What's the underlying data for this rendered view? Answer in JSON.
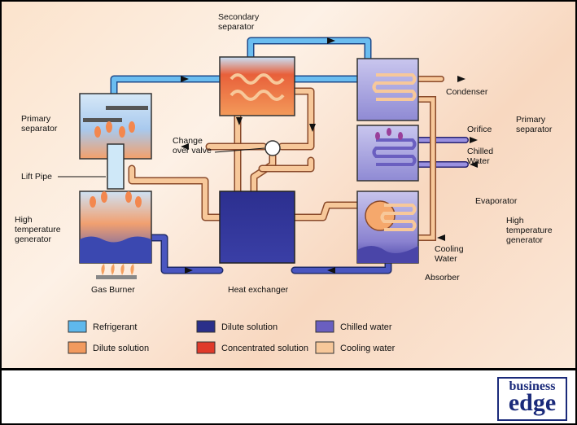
{
  "labels": {
    "secondary_separator_1": "Secondary",
    "secondary_separator_2": "separator",
    "primary_separator_left_1": "Primary",
    "primary_separator_left_2": "separator",
    "change_over_valve_1": "Change",
    "change_over_valve_2": "over valve",
    "lift_pipe": "Lift Pipe",
    "high_temp_left_1": "High",
    "high_temp_left_2": "temperature",
    "high_temp_left_3": "generator",
    "gas_burner": "Gas Burner",
    "heat_exchanger": "Heat exchanger",
    "condenser": "Condenser",
    "orifice": "Orifice",
    "primary_separator_right_1": "Primary",
    "primary_separator_right_2": "separator",
    "chilled_water_1": "Chilled",
    "chilled_water_2": "Water",
    "evaporator": "Evaporator",
    "high_temp_right_1": "High",
    "high_temp_right_2": "temperature",
    "high_temp_right_3": "generator",
    "cooling_water_1": "Cooling",
    "cooling_water_2": "Water",
    "absorber": "Absorber"
  },
  "legend": [
    {
      "label": "Refrigerant",
      "color": "#5fb8ec"
    },
    {
      "label": "Dilute solution",
      "color": "#f29a5e"
    },
    {
      "label": "Dilute solution",
      "color": "#2a2f8a"
    },
    {
      "label": "Concentrated solution",
      "color": "#e03a2a"
    },
    {
      "label": "Chilled water",
      "color": "#6a5fc0"
    },
    {
      "label": "Cooling water",
      "color": "#f7c89a"
    }
  ],
  "logo": {
    "line1": "business",
    "line2": "edge"
  }
}
